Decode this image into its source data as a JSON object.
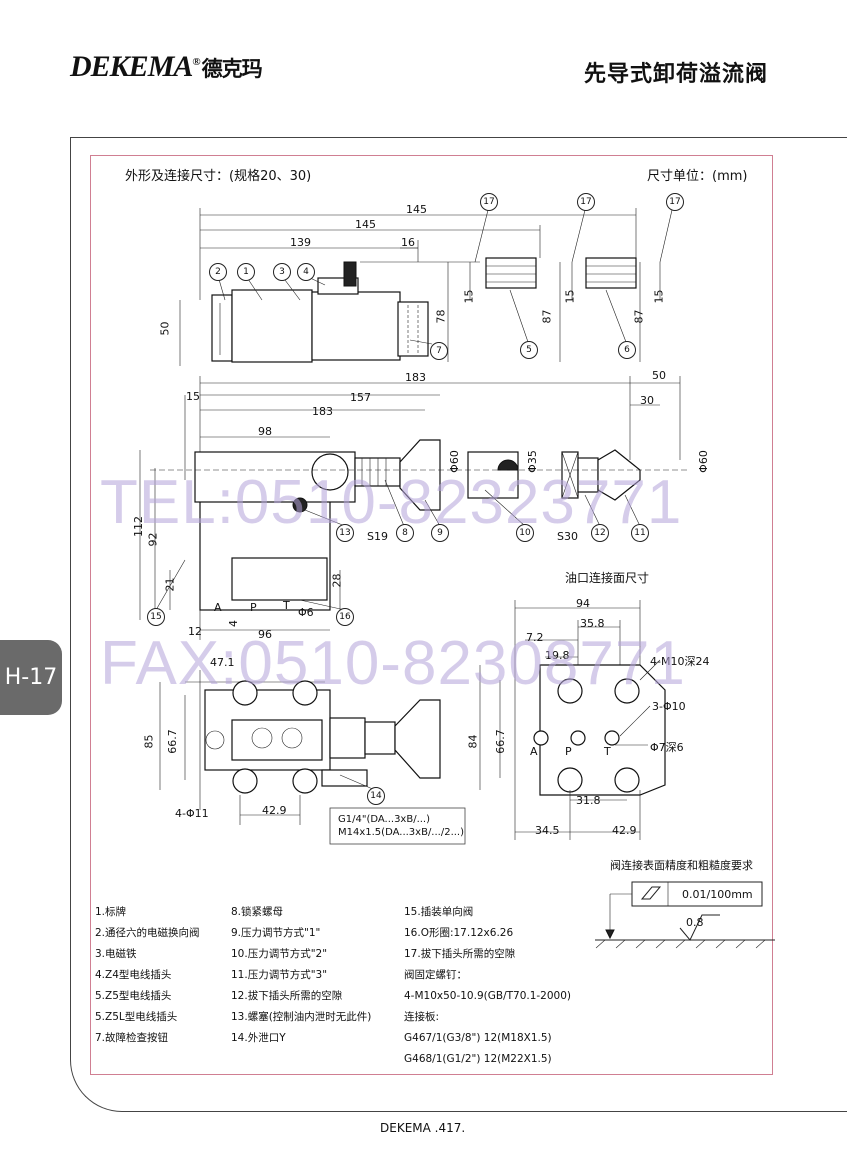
{
  "header": {
    "logo_text": "DEKEMA",
    "logo_reg": "®",
    "logo_cn": "德克玛",
    "title": "先导式卸荷溢流阀"
  },
  "tab_label": "H-17",
  "drawing": {
    "left_title": "外形及连接尺寸：(规格20、30)",
    "unit_title": "尺寸单位：(mm)",
    "port_title": "油口连接面尺寸",
    "surface_title": "阀连接表面精度和粗糙度要求",
    "flatness": "0.01/100mm",
    "roughness": "0.8",
    "thread_note1": "G1/4\"(DA...3xB/...)",
    "thread_note2": "M14x1.5(DA...3xB/.../2...)",
    "dims": {
      "d145a": "145",
      "d145b": "145",
      "d139": "139",
      "d16": "16",
      "d50a": "50",
      "d78": "78",
      "d87a": "87",
      "d87b": "87",
      "d15a": "15",
      "d15b": "15",
      "d15c": "15",
      "d183a": "183",
      "d157": "157",
      "d183b": "183",
      "d98": "98",
      "d15d": "15",
      "d50b": "50",
      "d30": "30",
      "d112": "112",
      "d92": "92",
      "d21": "21",
      "d28": "28",
      "d4": "4",
      "d12": "12",
      "d96": "96",
      "d60a": "Φ60",
      "d35": "Φ35",
      "d60b": "Φ60",
      "s19": "S19",
      "s30": "S30",
      "phi6": "Φ6",
      "d47": "47.1",
      "d85": "85",
      "d66a": "66.7",
      "d42a": "42.9",
      "phi11": "4-Φ11",
      "d94": "94",
      "d358": "35.8",
      "d72": "7.2",
      "d198": "19.8",
      "m10": "4-M10深24",
      "phi10": "3-Φ10",
      "d84": "84",
      "d66b": "66.7",
      "phi7": "Φ7深6",
      "d318": "31.8",
      "d345": "34.5",
      "d42b": "42.9",
      "pA": "A",
      "pP": "P",
      "pT": "T",
      "qA": "A",
      "qP": "P",
      "qT": "T"
    },
    "callouts": [
      "1",
      "2",
      "3",
      "4",
      "5",
      "6",
      "7",
      "8",
      "9",
      "10",
      "11",
      "12",
      "13",
      "14",
      "15",
      "16",
      "17"
    ]
  },
  "watermark": {
    "tel": "TEL:0510-82323771",
    "fax": "FAX:0510-82308771"
  },
  "legend": {
    "col1": [
      "1.标牌",
      "2.通径六的电磁换向阀",
      "3.电磁铁",
      "4.Z4型电线插头",
      "5.Z5型电线插头",
      "5.Z5L型电线插头",
      "7.故障检查按钮"
    ],
    "col2": [
      "8.锁紧螺母",
      "9.压力调节方式\"1\"",
      "10.压力调节方式\"2\"",
      "11.压力调节方式\"3\"",
      "12.拔下插头所需的空隙",
      "13.螺塞(控制油内泄时无此件)",
      "14.外泄口Y"
    ],
    "col3": [
      "15.插装单向阀",
      "16.O形圈:17.12x6.26",
      "17.拔下插头所需的空隙",
      "阀固定螺钉：",
      "4-M10x50-10.9(GB/T70.1-2000)",
      "连接板:",
      "G467/1(G3/8\") 12(M18X1.5)",
      "G468/1(G1/2\") 12(M22X1.5)"
    ]
  },
  "footer": "DEKEMA .417."
}
